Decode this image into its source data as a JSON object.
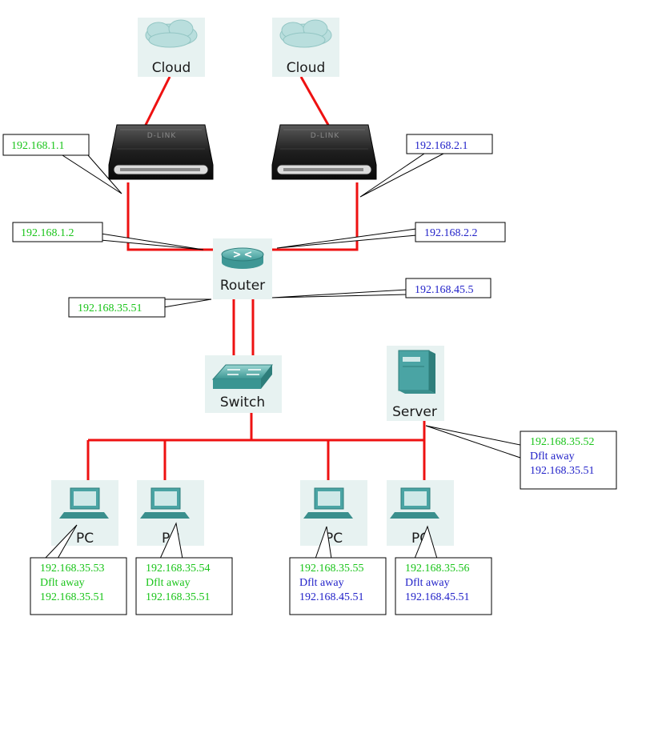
{
  "colors": {
    "link": "#ee1111",
    "green": "#19c419",
    "blue": "#1f1fc8",
    "icon_bg": "#e7f2f1",
    "device": "#4aa4a4"
  },
  "nodes": {
    "cloud_left": "Cloud",
    "cloud_right": "Cloud",
    "router": "Router",
    "switch": "Switch",
    "server": "Server",
    "pc1": "PC",
    "pc2": "PC",
    "pc3": "PC",
    "pc4": "PC"
  },
  "modem_brand": "D-LINK",
  "callouts": {
    "modem_left": {
      "lines": [
        "192.168.1.1"
      ],
      "colors": [
        "green"
      ]
    },
    "modem_right": {
      "lines": [
        "192.168.2.1"
      ],
      "colors": [
        "blue"
      ]
    },
    "router_left_wan": {
      "lines": [
        "192.168.1.2"
      ],
      "colors": [
        "green"
      ]
    },
    "router_right_wan": {
      "lines": [
        "192.168.2.2"
      ],
      "colors": [
        "blue"
      ]
    },
    "router_lan_left": {
      "lines": [
        "192.168.35.51"
      ],
      "colors": [
        "green"
      ]
    },
    "router_lan_right": {
      "lines": [
        "192.168.45.5"
      ],
      "colors": [
        "blue"
      ]
    },
    "server": {
      "lines": [
        "192.168.35.52",
        "Dflt away",
        "192.168.35.51"
      ],
      "colors": [
        "green",
        "blue",
        "blue"
      ]
    },
    "pc1": {
      "lines": [
        "192.168.35.53",
        "Dflt away",
        "192.168.35.51"
      ],
      "colors": [
        "green",
        "green",
        "green"
      ]
    },
    "pc2": {
      "lines": [
        "192.168.35.54",
        "Dflt away",
        "192.168.35.51"
      ],
      "colors": [
        "green",
        "green",
        "green"
      ]
    },
    "pc3": {
      "lines": [
        "192.168.35.55",
        "Dflt away",
        "192.168.45.51"
      ],
      "colors": [
        "green",
        "blue",
        "blue"
      ]
    },
    "pc4": {
      "lines": [
        "192.168.35.56",
        "Dflt away",
        "192.168.45.51"
      ],
      "colors": [
        "green",
        "blue",
        "blue"
      ]
    }
  }
}
